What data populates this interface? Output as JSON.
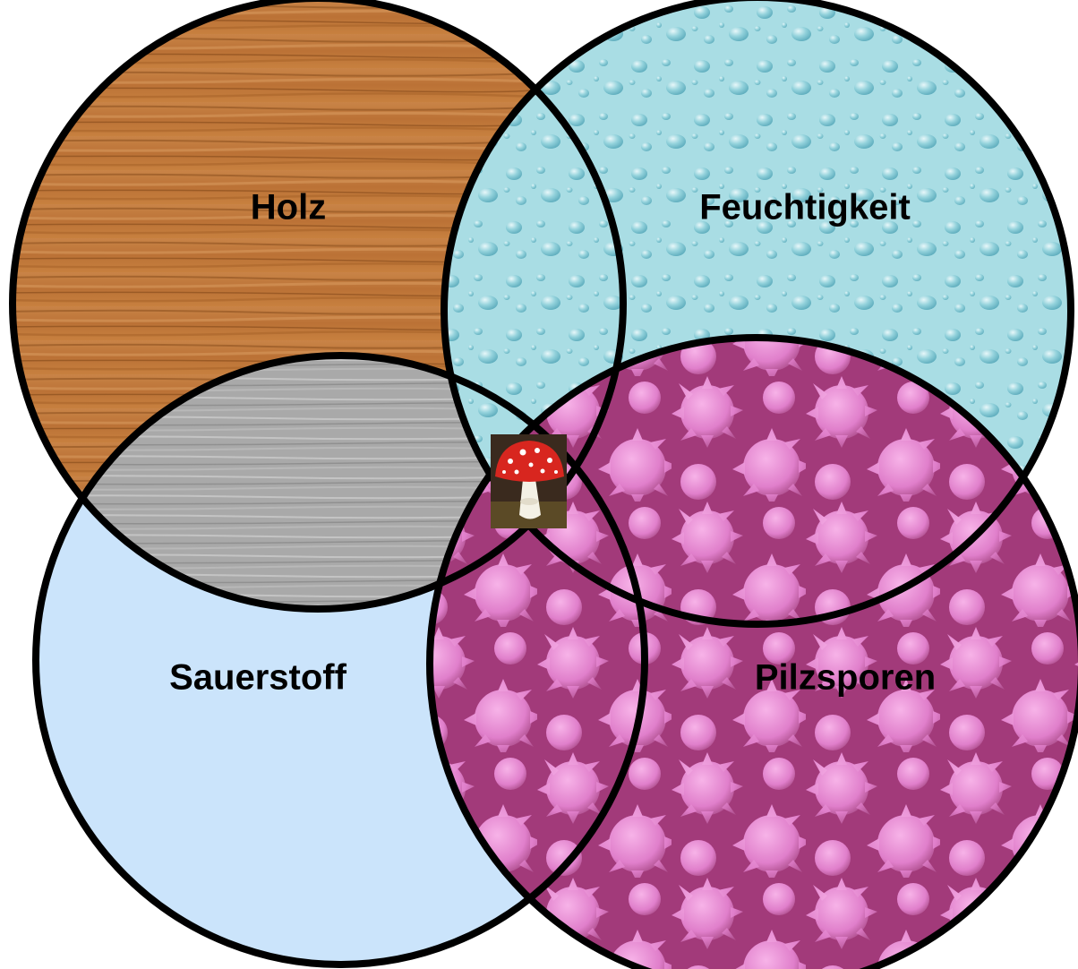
{
  "diagram": {
    "type": "venn",
    "circles": [
      {
        "id": "holz",
        "label": "Holz",
        "texture": "wood-grain",
        "fill": "#c47a3c"
      },
      {
        "id": "feuchtigkeit",
        "label": "Feuchtigkeit",
        "texture": "water-droplets",
        "fill": "#a9dde4"
      },
      {
        "id": "sauerstoff",
        "label": "Sauerstoff",
        "texture": "plain",
        "fill": "#cbe4fb"
      },
      {
        "id": "pilzsporen",
        "label": "Pilzsporen",
        "texture": "fungal-spores",
        "fill": "#e07fcb"
      }
    ],
    "overlap_holz_sauerstoff_fill": "#a6a6a6",
    "center_icon": "mushroom-icon"
  }
}
